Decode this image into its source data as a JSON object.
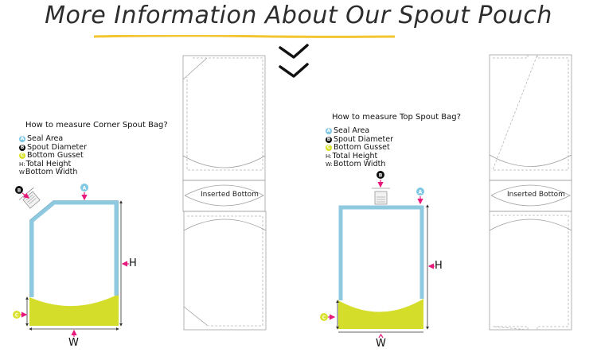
{
  "header": {
    "title": "More Information About Our Spout Pouch",
    "underline_color": "#f2c531"
  },
  "colors": {
    "seal_blue": "#8ec9df",
    "gusset_yellow": "#d4de2a",
    "arrow_pink": "#e8197d",
    "badge_blue": "#7ec8e3",
    "badge_black": "#111111",
    "badge_yellow": "#d9e22e",
    "outline_gray": "#a0a0a0"
  },
  "corner_panel": {
    "heading": "How to measure Corner Spout Bag?",
    "legend": [
      {
        "badge": "A",
        "badge_icon": "seal-area-badge",
        "label": "Seal Area"
      },
      {
        "badge": "B",
        "badge_icon": "spout-diameter-badge",
        "label": "Spout Diameter"
      },
      {
        "badge": "C",
        "badge_icon": "bottom-gusset-badge",
        "label": "Bottom Gusset"
      },
      {
        "prefix": "H:",
        "label": "Total Height"
      },
      {
        "prefix": "W",
        "label": "Bottom Width"
      }
    ],
    "dim_h": "H",
    "dim_w": "W",
    "callout_a": "A",
    "callout_b": "B",
    "callout_c": "C"
  },
  "corner_layout": {
    "inserted_label": "Inserted Bottom"
  },
  "top_panel": {
    "heading": "How to measure Top Spout Bag?",
    "legend": [
      {
        "badge": "A",
        "badge_icon": "seal-area-badge",
        "label": "Seal Area"
      },
      {
        "badge": "B",
        "badge_icon": "spout-diameter-badge",
        "label": "Spout Diameter"
      },
      {
        "badge": "C",
        "badge_icon": "bottom-gusset-badge",
        "label": "Bottom Gusset"
      },
      {
        "prefix": "H:",
        "label": "Total Height"
      },
      {
        "prefix": "W:",
        "label": "Bottom Width"
      }
    ],
    "dim_h": "H",
    "dim_w": "W",
    "callout_a": "A",
    "callout_b": "B",
    "callout_c": "C"
  },
  "top_layout": {
    "inserted_label": "Inserted Bottom"
  }
}
